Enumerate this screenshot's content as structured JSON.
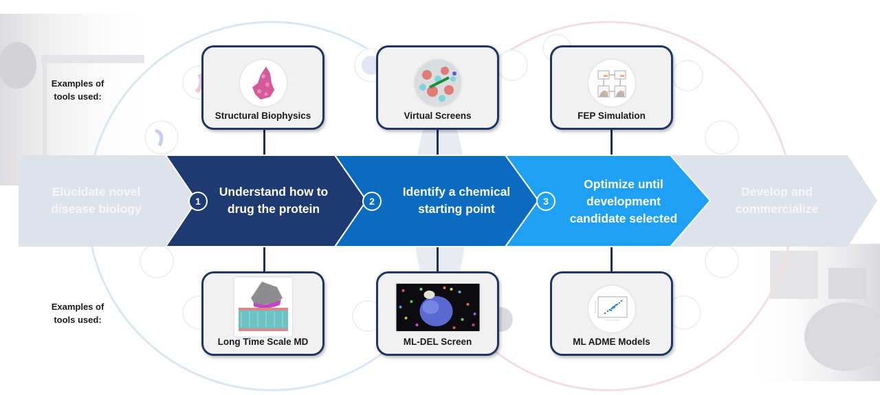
{
  "side_labels": {
    "top": "Examples of tools used:",
    "top_line1": "Examples of",
    "top_line2": "tools used:",
    "bottom_line1": "Examples of",
    "bottom_line2": "tools used:"
  },
  "colors": {
    "inactive_stage": "#dee2ea",
    "stage1": "#1f3a70",
    "stage2": "#0a6bc1",
    "stage3": "#1ea0f5",
    "box_border": "#1f3563"
  },
  "stages": [
    {
      "label_line1": "Elucidate novel",
      "label_line2": "disease biology",
      "label_line3": "",
      "step": "",
      "active": false
    },
    {
      "label_line1": "Understand how to",
      "label_line2": "drug the protein",
      "label_line3": "",
      "step": "1",
      "active": true
    },
    {
      "label_line1": "Identify a chemical",
      "label_line2": "starting point",
      "label_line3": "",
      "step": "2",
      "active": true
    },
    {
      "label_line1": "Optimize until",
      "label_line2": "development",
      "label_line3": "candidate selected",
      "step": "3",
      "active": true
    },
    {
      "label_line1": "Develop and",
      "label_line2": "commercialize",
      "label_line3": "",
      "step": "",
      "active": false
    }
  ],
  "tools_top": [
    {
      "name": "Structural Biophysics",
      "thumb": "protein-structure-icon"
    },
    {
      "name": "Virtual Screens",
      "thumb": "docking-surface-icon"
    },
    {
      "name": "FEP Simulation",
      "thumb": "fep-cycle-icon"
    }
  ],
  "tools_bottom": [
    {
      "name": "Long Time Scale MD",
      "thumb": "membrane-protein-icon"
    },
    {
      "name": "ML-DEL Screen",
      "thumb": "del-library-icon"
    },
    {
      "name": "ML ADME Models",
      "thumb": "scatter-plot-icon"
    }
  ]
}
